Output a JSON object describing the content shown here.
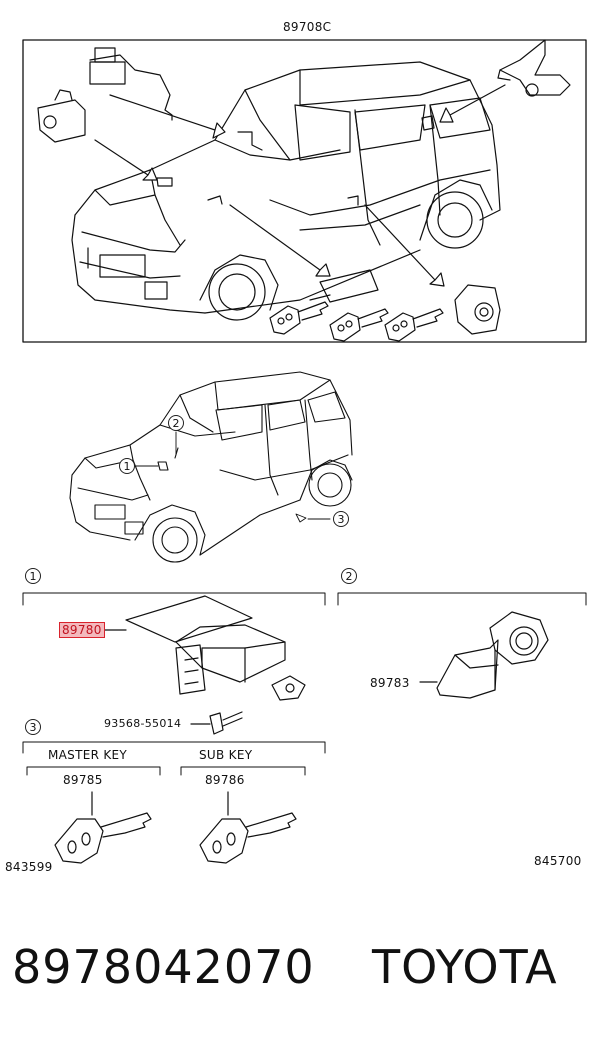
{
  "top_diagram": {
    "label": "89708C"
  },
  "mid_callouts": [
    "1",
    "2",
    "3"
  ],
  "section1": {
    "marker": "1",
    "part_label": "89780",
    "bolt_label": "93568-55014"
  },
  "section2": {
    "marker": "2",
    "part_label": "89783"
  },
  "section3": {
    "marker": "3",
    "master_key_heading": "MASTER KEY",
    "master_key_part": "89785",
    "sub_key_heading": "SUB KEY",
    "sub_key_part": "89786"
  },
  "illustration_ids": {
    "left": "843599",
    "right": "845700"
  },
  "footer": {
    "part_number": "8978042070",
    "brand": "TOYOTA"
  }
}
